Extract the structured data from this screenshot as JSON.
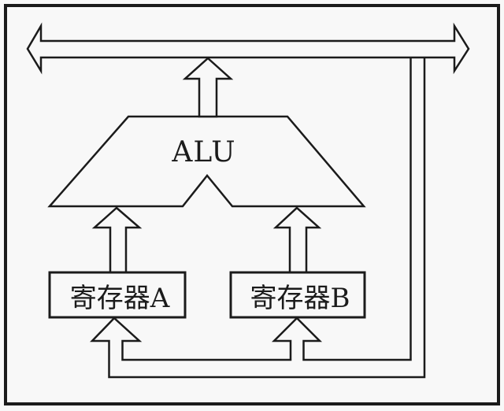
{
  "diagram_labels": {
    "alu": "ALU",
    "register_a": "寄存器A",
    "register_b": "寄存器B"
  },
  "colors": {
    "line": "#1b1b1b",
    "background": "#f8f8f8"
  }
}
